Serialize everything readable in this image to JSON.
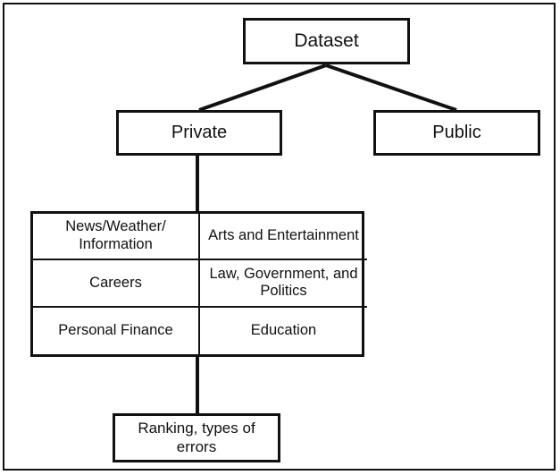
{
  "diagram": {
    "type": "hierarchy-tree",
    "title": "",
    "nodes": {
      "root": {
        "label": "Dataset"
      },
      "private": {
        "label": "Private"
      },
      "public": {
        "label": "Public"
      },
      "outcome": {
        "label": "Ranking, types of errors"
      }
    },
    "categories": {
      "columns": 2,
      "rows": 3,
      "cells": [
        {
          "label": "News/Weather/ Information"
        },
        {
          "label": "Arts and Entertainment"
        },
        {
          "label": "Careers"
        },
        {
          "label": "Law, Government, and Politics"
        },
        {
          "label": "Personal Finance"
        },
        {
          "label": "Education"
        }
      ]
    },
    "edges": [
      {
        "from": "Dataset",
        "to": "Private"
      },
      {
        "from": "Dataset",
        "to": "Public"
      },
      {
        "from": "Private",
        "to": "Ranking, types of errors"
      }
    ],
    "colors": {
      "line": "#111111",
      "box_fill": "#ffffff",
      "text": "#111111"
    }
  }
}
